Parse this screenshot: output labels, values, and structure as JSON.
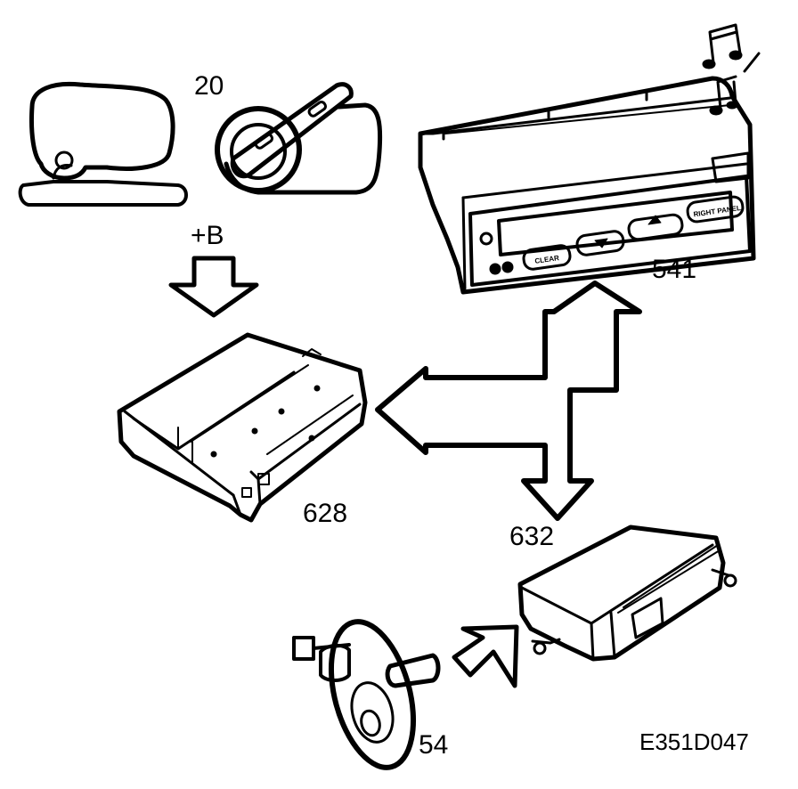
{
  "figure": {
    "code": "E351D047",
    "supply_label": "+B",
    "components": [
      {
        "number": "20"
      },
      {
        "number": "541"
      },
      {
        "number": "628"
      },
      {
        "number": "632"
      },
      {
        "number": "54"
      }
    ],
    "radio_buttons": {
      "clear": "CLEAR",
      "right_panel": "RIGHT PANEL"
    }
  }
}
